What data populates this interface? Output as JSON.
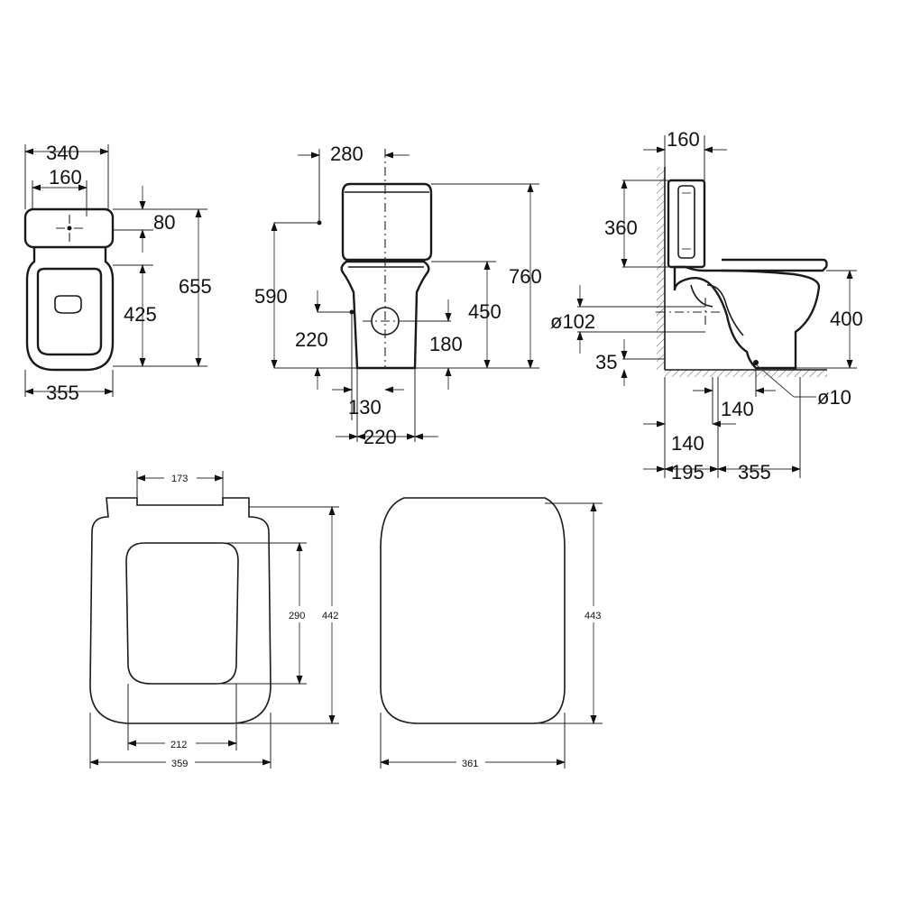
{
  "top_views": {
    "plan": {
      "tank_width": "340",
      "inlet_spacing": "160",
      "tank_depth": "80",
      "bowl_to_rear": "425",
      "total_length": "655",
      "bowl_width": "355"
    },
    "front": {
      "top_spacing": "280",
      "supply_height": "590",
      "total_height": "760",
      "seat_height": "450",
      "inlet_height": "220",
      "outlet_height": "180",
      "foot_offset": "130",
      "foot_width": "220"
    },
    "side": {
      "cistern_depth": "160",
      "cistern_height": "360",
      "bowl_height": "400",
      "pipe_diameter": "ø102",
      "outlet_offset": "35",
      "fixing_diameter": "ø10",
      "fixing_offset": "140",
      "outlet_distance": "140",
      "wall_distance": "195",
      "foot_length": "355"
    }
  },
  "seats": {
    "seat_open": {
      "hinge_width": "173",
      "opening_height": "290",
      "total_length": "442",
      "opening_width": "212",
      "total_width": "359"
    },
    "lid": {
      "total_length": "443",
      "total_width": "361"
    }
  }
}
